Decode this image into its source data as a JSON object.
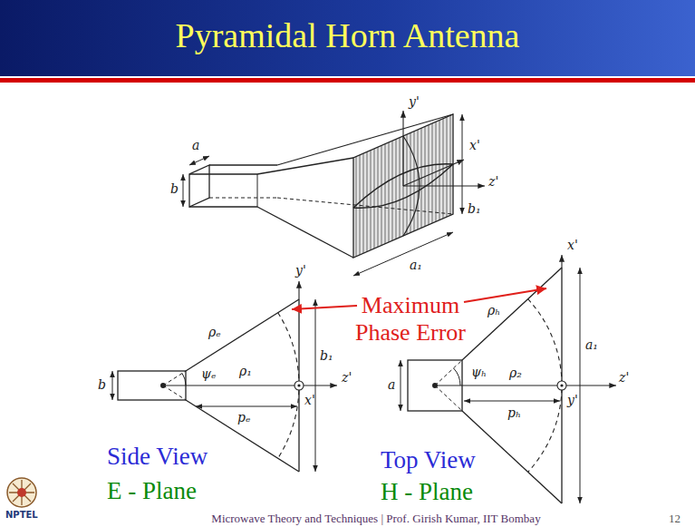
{
  "diagram": {
    "title": "Pyramidal Horn Antenna",
    "labels": [
      "a",
      "b",
      "y'",
      "x'",
      "z'",
      "b₁",
      "a₁",
      "Maximum Phase Error",
      "y'",
      "b",
      "ρₑ",
      "ψₑ",
      "ρ₁",
      "pₑ",
      "b₁",
      "z'",
      "x'",
      "x'",
      "ρₕ",
      "ψₕ",
      "a",
      "ρ₂",
      "pₕ",
      "a₁",
      "z'",
      "y'",
      "Side View",
      "E - Plane",
      "Top View",
      "H - Plane",
      "NPTEL",
      "Microwave Theory and Techniques | Prof. Girish Kumar, IIT Bombay",
      "12"
    ]
  }
}
